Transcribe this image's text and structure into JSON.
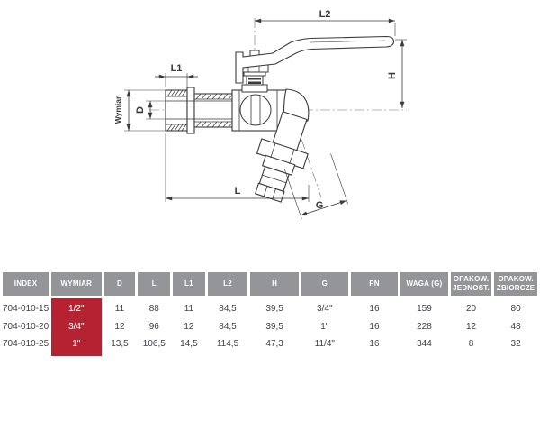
{
  "drawing": {
    "labels": {
      "l2": "L2",
      "l1": "L1",
      "wymiar": "Wymiar",
      "d": "D",
      "h": "H",
      "l": "L",
      "g": "G"
    },
    "line_color": "#3a3a3a"
  },
  "table": {
    "header_bg": "#939598",
    "header_text_color": "#ffffff",
    "highlight_bg": "#b52332",
    "body_text_color": "#3c3f44",
    "columns": [
      "INDEX",
      "WYMIAR",
      "D",
      "L",
      "L1",
      "L2",
      "H",
      "G",
      "PN",
      "WAGA (G)",
      "OPAKOW. JEDNOST.",
      "OPAKOW. ZBIORCZE"
    ],
    "rows": [
      {
        "index": "704-010-15",
        "wymiar": "1/2\"",
        "d": "11",
        "l": "88",
        "l1": "11",
        "l2": "84,5",
        "h": "39,5",
        "g": "3/4\"",
        "pn": "16",
        "waga": "159",
        "opakow_jednost": "20",
        "opakow_zbiorcze": "80"
      },
      {
        "index": "704-010-20",
        "wymiar": "3/4\"",
        "d": "12",
        "l": "96",
        "l1": "12",
        "l2": "84,5",
        "h": "39,5",
        "g": "1\"",
        "pn": "16",
        "waga": "228",
        "opakow_jednost": "12",
        "opakow_zbiorcze": "48"
      },
      {
        "index": "704-010-25",
        "wymiar": "1\"",
        "d": "13,5",
        "l": "106,5",
        "l1": "14,5",
        "l2": "114,5",
        "h": "47,3",
        "g": "11/4\"",
        "pn": "16",
        "waga": "344",
        "opakow_jednost": "8",
        "opakow_zbiorcze": "32"
      }
    ]
  }
}
